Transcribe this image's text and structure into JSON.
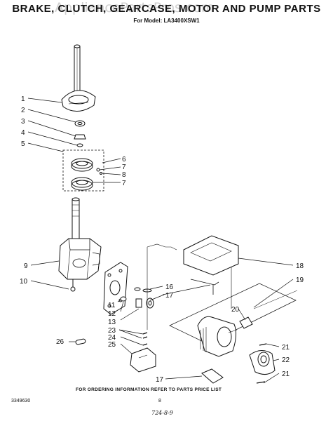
{
  "header": {
    "title": "BRAKE, CLUTCH, GEARCASE, MOTOR AND PUMP PARTS",
    "watermark": "AppliancePartsPros.com",
    "subtitle": "For Model: LA3400XSW1"
  },
  "footer": {
    "note": "FOR ORDERING INFORMATION REFER TO PARTS PRICE LIST",
    "doc_number": "3349630",
    "page_number": "8",
    "handwritten": "724-8-9"
  },
  "callouts": {
    "c1": "1",
    "c2": "2",
    "c3": "3",
    "c4": "4",
    "c5": "5",
    "c6": "6",
    "c7a": "7",
    "c8": "8",
    "c7b": "7",
    "c9": "9",
    "c10": "10",
    "c11": "11",
    "c12": "12",
    "c13": "13",
    "c16": "16",
    "c17a": "17",
    "c18": "18",
    "c19": "19",
    "c20": "20",
    "c21a": "21",
    "c22": "22",
    "c21b": "21",
    "c23": "23",
    "c24": "24",
    "c25": "25",
    "c26": "26",
    "c17b": "17"
  }
}
